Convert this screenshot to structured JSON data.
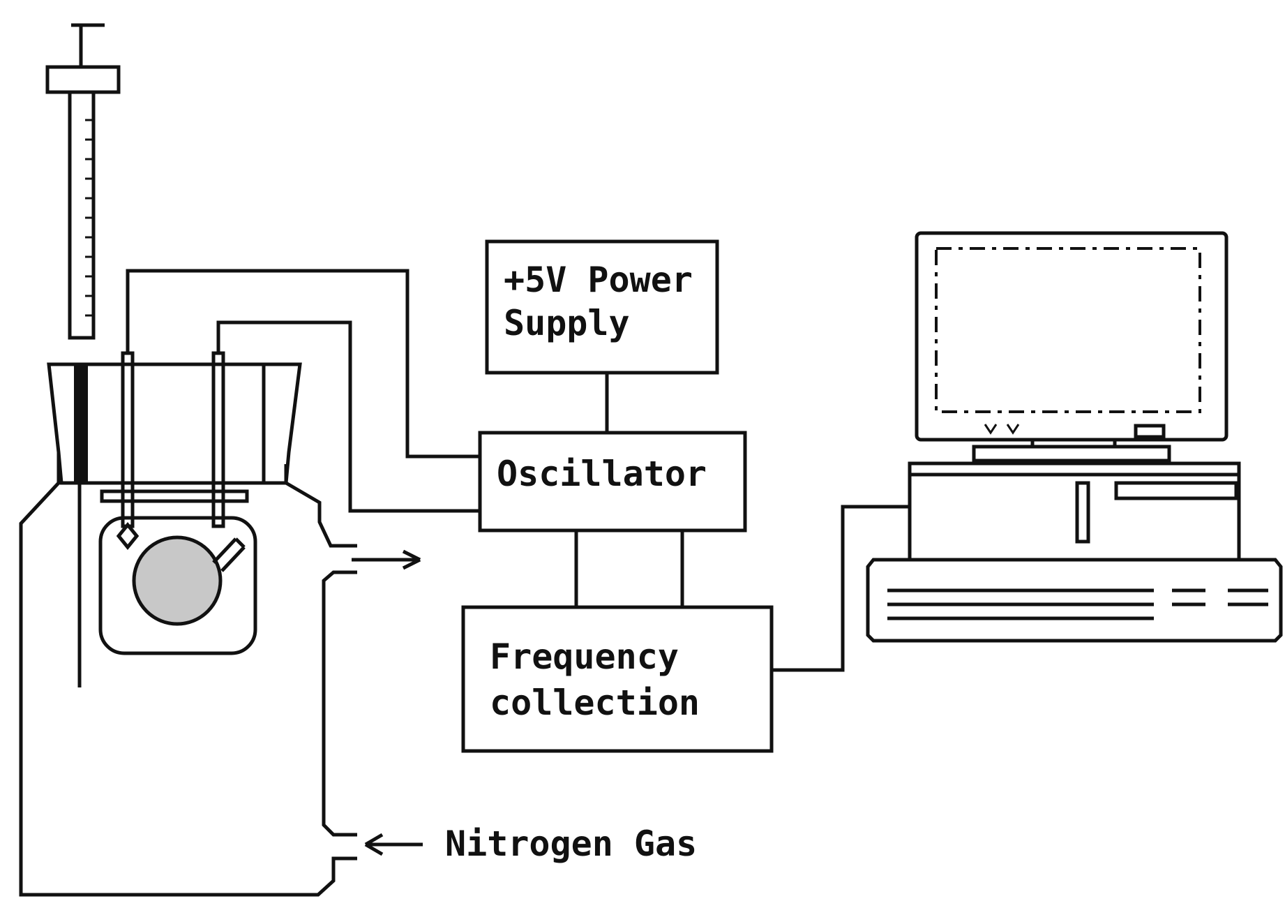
{
  "diagram": {
    "power_supply": {
      "line1": "+5V Power",
      "line2": "Supply"
    },
    "oscillator": {
      "label": "Oscillator"
    },
    "frequency_collection": {
      "line1": "Frequency",
      "line2": "collection"
    },
    "nitrogen": {
      "label": "Nitrogen Gas"
    },
    "colors": {
      "stroke": "#111111",
      "crystal_fill": "#c8c8c8",
      "background": "#ffffff"
    },
    "icons": [
      "syringe-icon",
      "reaction-vessel-icon",
      "quartz-crystal-icon",
      "computer-icon"
    ]
  }
}
